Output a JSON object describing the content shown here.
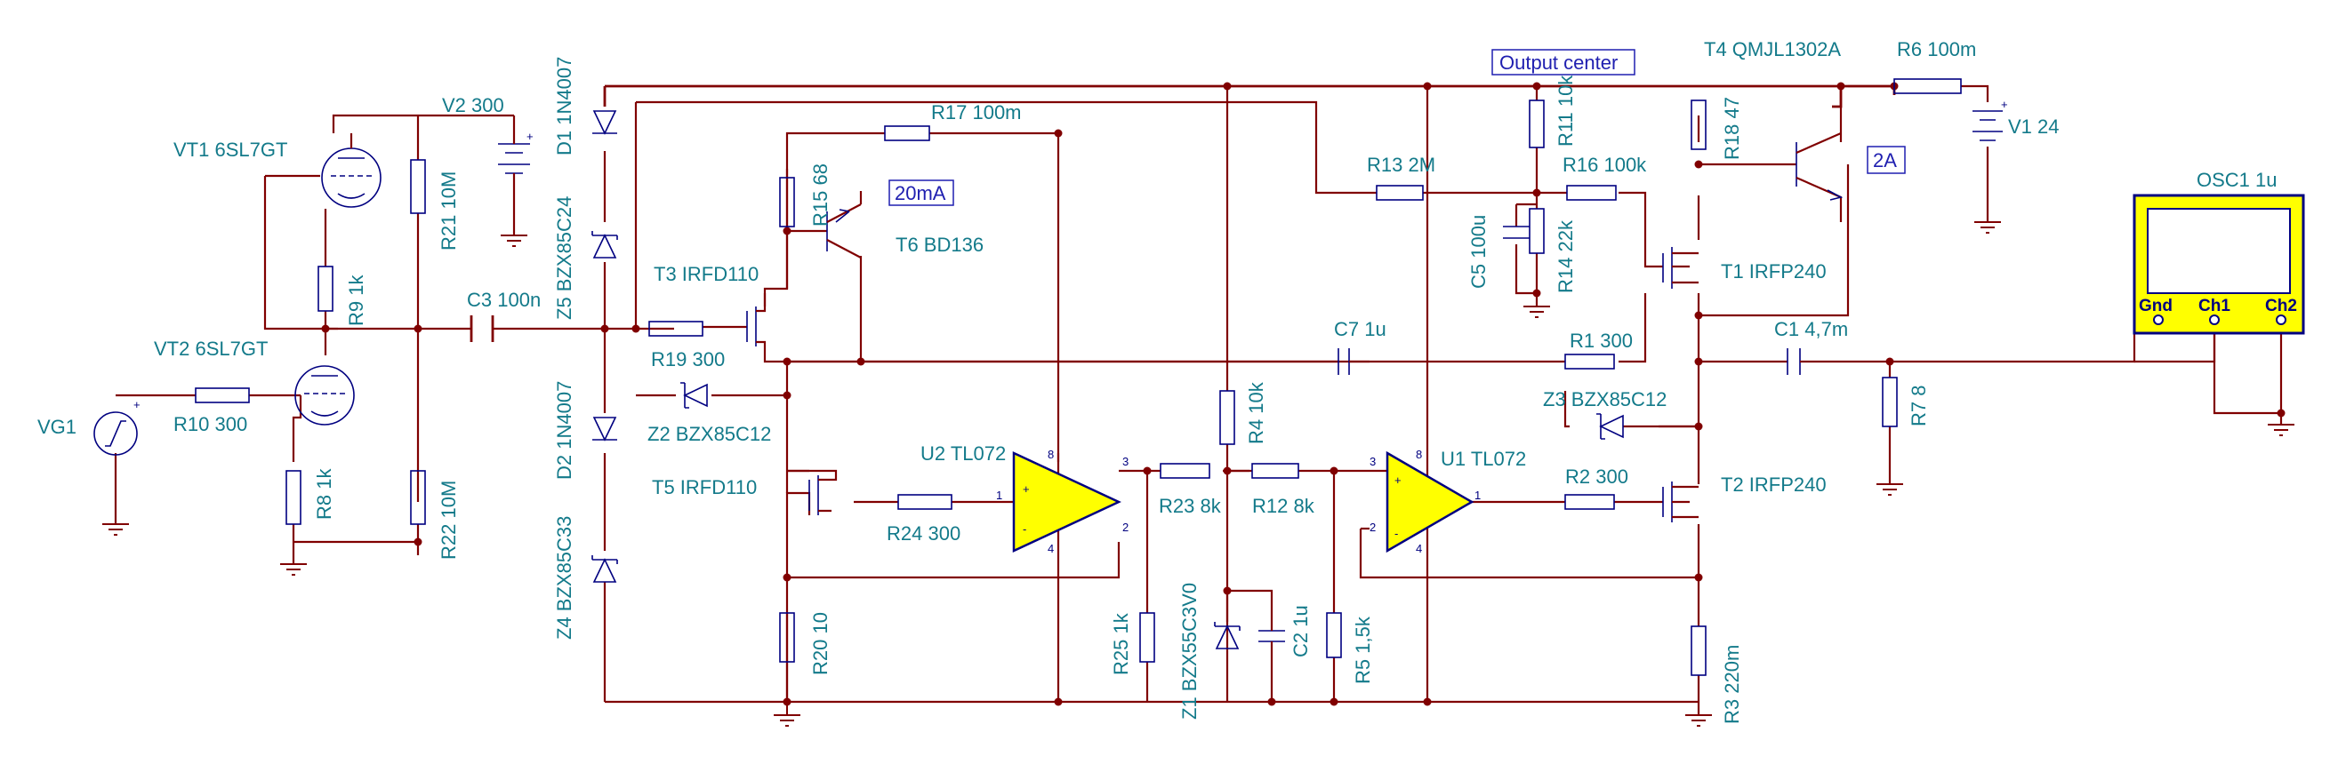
{
  "components": {
    "vt1": "VT1 6SL7GT",
    "vt2": "VT2 6SL7GT",
    "vg1": "VG1",
    "v2": "V2 300",
    "v1": "V1 24",
    "r6": "R6 100m",
    "r7": "R7 8",
    "r8": "R8 1k",
    "r9": "R9 1k",
    "r10": "R10 300",
    "r21": "R21 10M",
    "r22": "R22 10M",
    "c3": "C3 100n",
    "d1": "D1 1N4007",
    "d2": "D2 1N4007",
    "z5": "Z5 BZX85C24",
    "z4": "Z4 BZX85C33",
    "r17": "R17 100m",
    "r15": "R15 68",
    "t6": "T6 BD136",
    "t3": "T3 IRFD110",
    "r19": "R19 300",
    "z2": "Z2 BZX85C12",
    "t5": "T5 IRFD110",
    "r24": "R24 300",
    "r20": "R20 10",
    "r25": "R25 1k",
    "u2": "U2 TL072",
    "r23": "R23 8k",
    "r4": "R4 10k",
    "r12": "R12 8k",
    "z1": "Z1 BZX55C3V0",
    "c2": "C2 1u",
    "r5": "R5 1,5k",
    "u1": "U1 TL072",
    "r13": "R13 2M",
    "r11": "R11 10k",
    "r16": "R16 100k",
    "c5": "C5 100u",
    "r14": "R14 22k",
    "c7": "C7 1u",
    "r1": "R1 300",
    "z3": "Z3 BZX85C12",
    "t1": "T1 IRFP240",
    "t2": "T2 IRFP240",
    "r2": "R2 300",
    "r3": "R3 220m",
    "t4": "T4 QMJL1302A",
    "r18": "R18 47",
    "c1": "C1 4,7m",
    "osc1": "OSC1 1u"
  },
  "notes": {
    "output_center": "Output center",
    "ma20": "20mA",
    "a2": "2A"
  },
  "opamp_pins": {
    "p1": "1",
    "p2": "2",
    "p3": "3",
    "p4": "4",
    "p8": "8"
  },
  "oscilloscope": {
    "gnd": "Gnd",
    "ch1": "Ch1",
    "ch2": "Ch2"
  },
  "colors": {
    "wire": "#800000",
    "label": "#137a8a",
    "component_outline": "#000080",
    "opamp_fill": "#ffff00",
    "oscilloscope_fill": "#ffff00",
    "note_border": "#1f1fb0"
  }
}
